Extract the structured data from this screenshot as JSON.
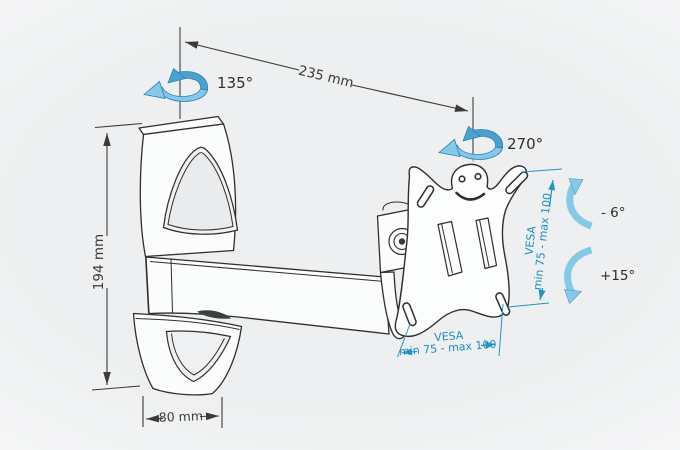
{
  "diagram": {
    "dim_arm_reach": "235 mm",
    "rot_wall": "135°",
    "rot_plate": "270°",
    "dim_height": "194 mm",
    "dim_base_width": "80 mm",
    "tilt_up": "- 6°",
    "tilt_down": "+15°",
    "vesa_side": {
      "title": "VESA",
      "range": "min 75 - max 100"
    },
    "vesa_bottom": {
      "title": "VESA",
      "range": "min 75 - max 100"
    },
    "colors": {
      "accent_fill": "#85c9e8",
      "accent_dark": "#4aa0cf",
      "accent_text": "#1e8ec0",
      "line": "#2f2f2f"
    }
  }
}
